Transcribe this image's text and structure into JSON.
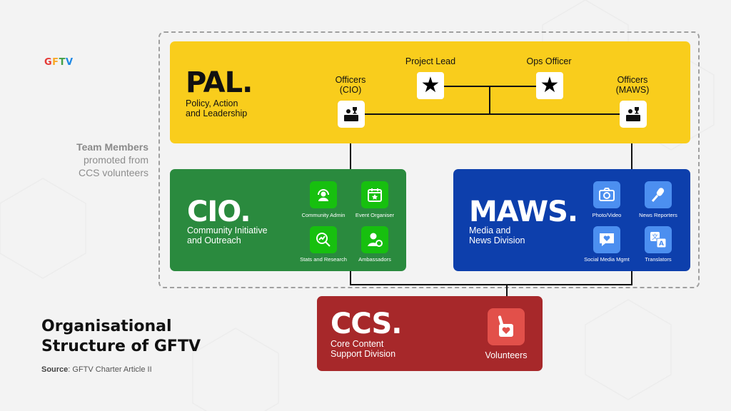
{
  "logo": {
    "letters": [
      "G",
      "F",
      "T",
      "V"
    ]
  },
  "team_note": {
    "strong": "Team Members",
    "rest": "promoted from\nCCS volunteers"
  },
  "pal": {
    "title": "PAL.",
    "subtitle": "Policy, Action\nand Leadership",
    "project_lead": "Project Lead",
    "ops_officer": "Ops Officer",
    "officers_cio": "Officers\n(CIO)",
    "officers_maws": "Officers\n(MAWS)"
  },
  "cio": {
    "title": "CIO.",
    "subtitle": "Community Initiative\nand Outreach",
    "roles": [
      "Community Admin",
      "Event Organiser",
      "Stats and Research",
      "Ambassadors"
    ]
  },
  "maws": {
    "title": "MAWS.",
    "subtitle": "Media and\nNews Division",
    "roles": [
      "Photo/Video",
      "News Reporters",
      "Social Media Mgmt",
      "Translators"
    ]
  },
  "ccs": {
    "title": "CCS.",
    "subtitle": "Core Content\nSupport Division",
    "volunteers": "Volunteers"
  },
  "heading": "Organisational\nStructure of GFTV",
  "source": {
    "label": "Source",
    "text": ": GFTV Charter Article II"
  },
  "colors": {
    "pal": "#f9cd1c",
    "cio": "#2a8a3e",
    "maws": "#0d3fac",
    "ccs": "#a7282a",
    "cio_tile": "#17c00f",
    "maws_tile": "#4c8ff0",
    "volunteer_tile": "#e2504a"
  },
  "icons": {
    "pal": [
      "star-icon",
      "officer-podium-icon"
    ],
    "cio": [
      "headset-icon",
      "calendar-star-icon",
      "chart-magnifier-icon",
      "person-badge-icon"
    ],
    "maws": [
      "camera-icon",
      "microphone-icon",
      "heart-chat-icon",
      "translate-icon"
    ],
    "ccs": [
      "raised-hand-heart-icon"
    ]
  }
}
